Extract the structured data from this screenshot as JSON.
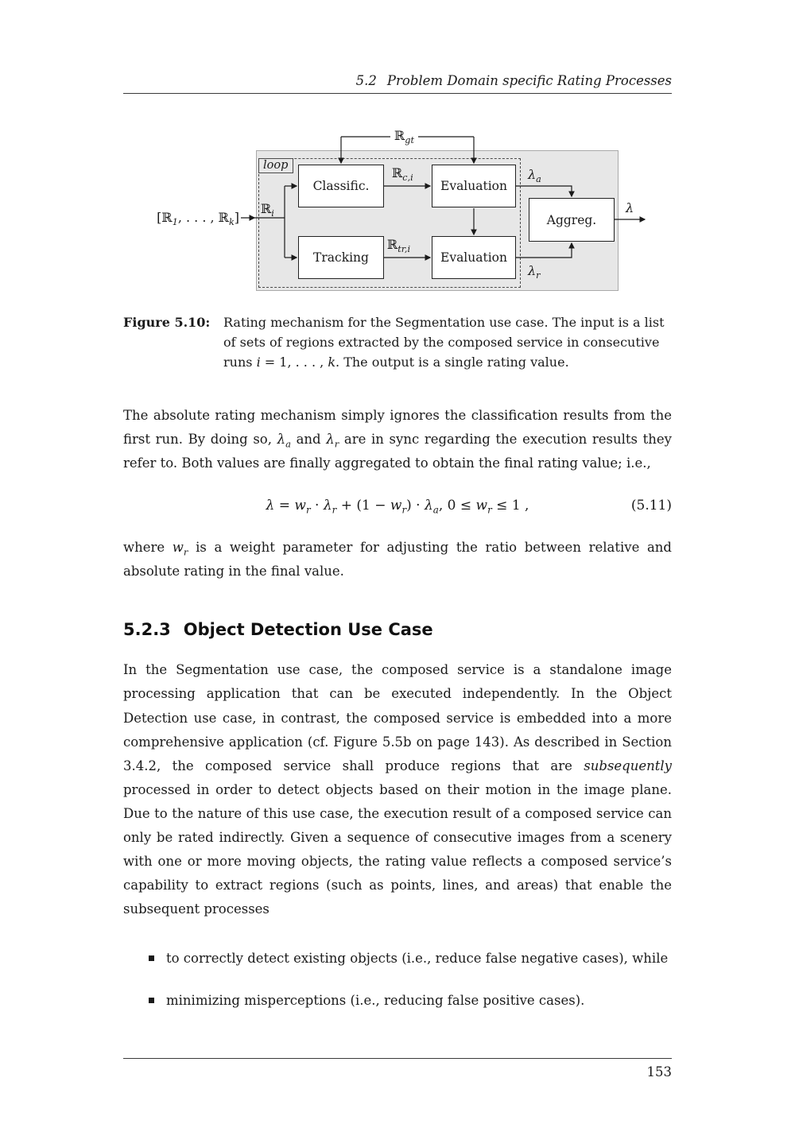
{
  "page": {
    "header": {
      "section_number": "5.2",
      "section_title": "Problem Domain specific Rating Processes"
    },
    "footer": {
      "page_number": "153"
    }
  },
  "figure": {
    "diagram": {
      "loop_label": "loop",
      "boxes": {
        "classific": "Classific.",
        "evaluation_top": "Evaluation",
        "tracking": "Tracking",
        "evaluation_bottom": "Evaluation",
        "aggreg": "Aggreg."
      },
      "labels": {
        "input": [
          {
            "t": "[ℝ"
          },
          {
            "t": "1",
            "f": "sub"
          },
          {
            "t": ", . . . , ℝ"
          },
          {
            "t": "k",
            "f": "sub"
          },
          {
            "t": "]"
          }
        ],
        "r_gt": [
          {
            "t": "ℝ"
          },
          {
            "t": "gt",
            "f": "sub"
          }
        ],
        "r_i": [
          {
            "t": "ℝ"
          },
          {
            "t": "i",
            "f": "sub"
          }
        ],
        "r_ci": [
          {
            "t": "ℝ"
          },
          {
            "t": "c,i",
            "f": "sub"
          }
        ],
        "r_tri": [
          {
            "t": "ℝ"
          },
          {
            "t": "tr,i",
            "f": "sub"
          }
        ],
        "lambda_a": [
          {
            "t": "λ",
            "f": "i"
          },
          {
            "t": "a",
            "f": "sub"
          }
        ],
        "lambda_r": [
          {
            "t": "λ",
            "f": "i"
          },
          {
            "t": "r",
            "f": "sub"
          }
        ],
        "lambda_out": [
          {
            "t": "λ",
            "f": "i"
          }
        ]
      }
    },
    "caption": {
      "label": "Figure 5.10:",
      "text": [
        {
          "t": "Rating mechanism for the Segmentation use case. The input is a list of sets of regions extracted by the composed service in consecutive runs "
        },
        {
          "t": "i",
          "f": "i"
        },
        {
          "t": " = 1, . . . , "
        },
        {
          "t": "k",
          "f": "i"
        },
        {
          "t": ". The output is a single rating value."
        }
      ]
    }
  },
  "content": {
    "para1": [
      {
        "t": "The absolute rating mechanism simply ignores the classification results from the first run. By doing so, "
      },
      {
        "t": "λ",
        "f": "i"
      },
      {
        "t": "a",
        "f": "sub"
      },
      {
        "t": " and "
      },
      {
        "t": "λ",
        "f": "i"
      },
      {
        "t": "r",
        "f": "sub"
      },
      {
        "t": " are in sync regarding the execution results they refer to. Both values are finally aggregated to obtain the final rating value; i.e.,"
      }
    ],
    "equation": {
      "body": [
        {
          "t": "λ",
          "f": "i"
        },
        {
          "t": " = "
        },
        {
          "t": "w",
          "f": "i"
        },
        {
          "t": "r",
          "f": "sub"
        },
        {
          "t": " · "
        },
        {
          "t": "λ",
          "f": "i"
        },
        {
          "t": "r",
          "f": "sub"
        },
        {
          "t": " + (1 − "
        },
        {
          "t": "w",
          "f": "i"
        },
        {
          "t": "r",
          "f": "sub"
        },
        {
          "t": ") · "
        },
        {
          "t": "λ",
          "f": "i"
        },
        {
          "t": "a",
          "f": "sub"
        },
        {
          "t": ",  0 ≤ "
        },
        {
          "t": "w",
          "f": "i"
        },
        {
          "t": "r",
          "f": "sub"
        },
        {
          "t": " ≤ 1 ,"
        }
      ],
      "number": "(5.11)"
    },
    "para2": [
      {
        "t": "where "
      },
      {
        "t": "w",
        "f": "i"
      },
      {
        "t": "r",
        "f": "sub"
      },
      {
        "t": " is a weight parameter for adjusting the ratio between relative and absolute rating in the final value."
      }
    ],
    "heading": {
      "number": "5.2.3",
      "title": "Object Detection Use Case"
    },
    "para3": [
      {
        "t": "In the Segmentation use case, the composed service is a standalone image processing application that can be executed independently. In the Object Detection use case, in contrast, the composed service is embedded into a more comprehensive application (cf. Figure 5.5b on page 143). As described in Section 3.4.2, the composed service shall produce regions that are "
      },
      {
        "t": "subsequently",
        "f": "i"
      },
      {
        "t": " processed in order to detect objects based on their motion in the image plane. Due to the nature of this use case, the execution result of a composed service can only be rated indirectly. Given a sequence of consecutive images from a scenery with one or more moving objects, the rating value reflects a composed service’s capability to extract regions (such as points, lines, and areas) that enable the subsequent processes"
      }
    ],
    "bullets": [
      [
        {
          "t": "to correctly detect existing objects (i.e., reduce false negative cases), while"
        }
      ],
      [
        {
          "t": "minimizing misperceptions (i.e., reducing false positive cases)."
        }
      ]
    ]
  }
}
